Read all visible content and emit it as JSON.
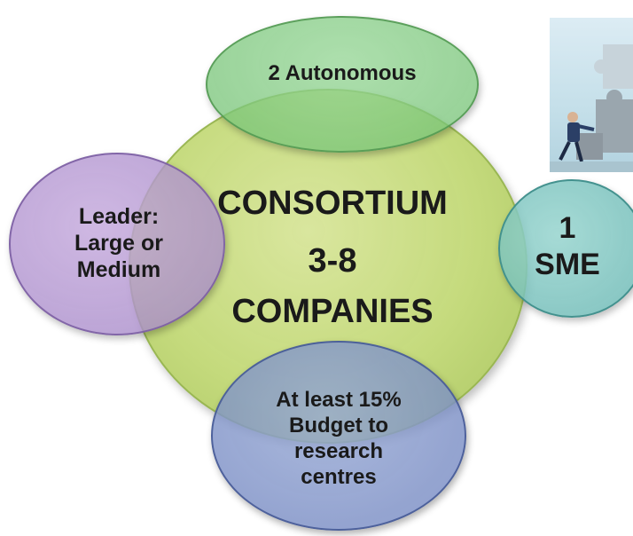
{
  "diagram": {
    "center": {
      "line1": "CONSORTIUM",
      "line2": "3-8",
      "line3": "COMPANIES"
    },
    "top": {
      "text": "2 Autonomous"
    },
    "left": {
      "lines": [
        "Leader:",
        "Large or",
        "Medium"
      ]
    },
    "right": {
      "lines": [
        "1",
        "SME"
      ]
    },
    "bottom": {
      "lines": [
        "At least 15%",
        "Budget to",
        "research",
        "centres"
      ]
    }
  },
  "image": {
    "icon": "businessman-pushing-puzzle-piece"
  }
}
